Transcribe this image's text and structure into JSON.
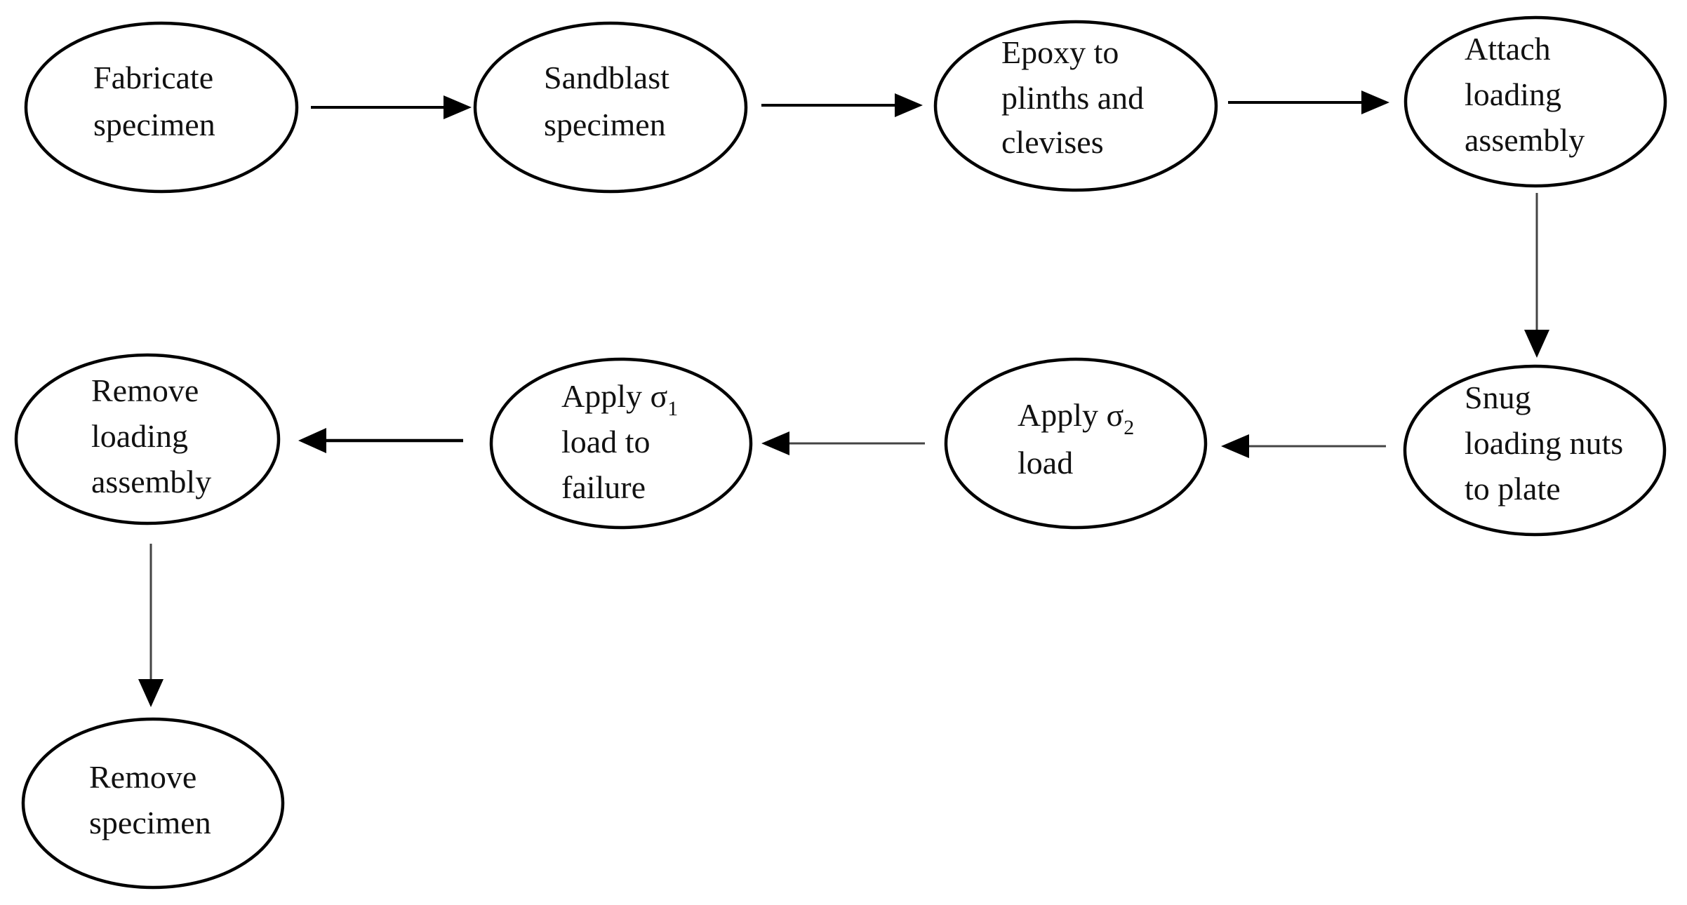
{
  "steps": {
    "fabricate": {
      "line1": "Fabricate",
      "line2": "specimen"
    },
    "sandblast": {
      "line1": "Sandblast",
      "line2": "specimen"
    },
    "epoxy": {
      "line1": "Epoxy to",
      "line2": "plinths and",
      "line3": "clevises"
    },
    "attach": {
      "line1": "Attach",
      "line2": "loading",
      "line3": "assembly"
    },
    "snug": {
      "line1": "Snug",
      "line2": "loading nuts",
      "line3": "to plate"
    },
    "apply_sigma2": {
      "line1_prefix": "Apply σ",
      "line1_sub": "2",
      "line2": "load"
    },
    "apply_sigma1": {
      "line1_prefix": "Apply σ",
      "line1_sub": "1",
      "line2": "load to",
      "line3": "failure"
    },
    "remove_assembly": {
      "line1": "Remove",
      "line2": "loading",
      "line3": "assembly"
    },
    "remove_specimen": {
      "line1": "Remove",
      "line2": "specimen"
    }
  },
  "colors": {
    "stroke": "#000000",
    "background": "#ffffff",
    "text": "#111111"
  }
}
